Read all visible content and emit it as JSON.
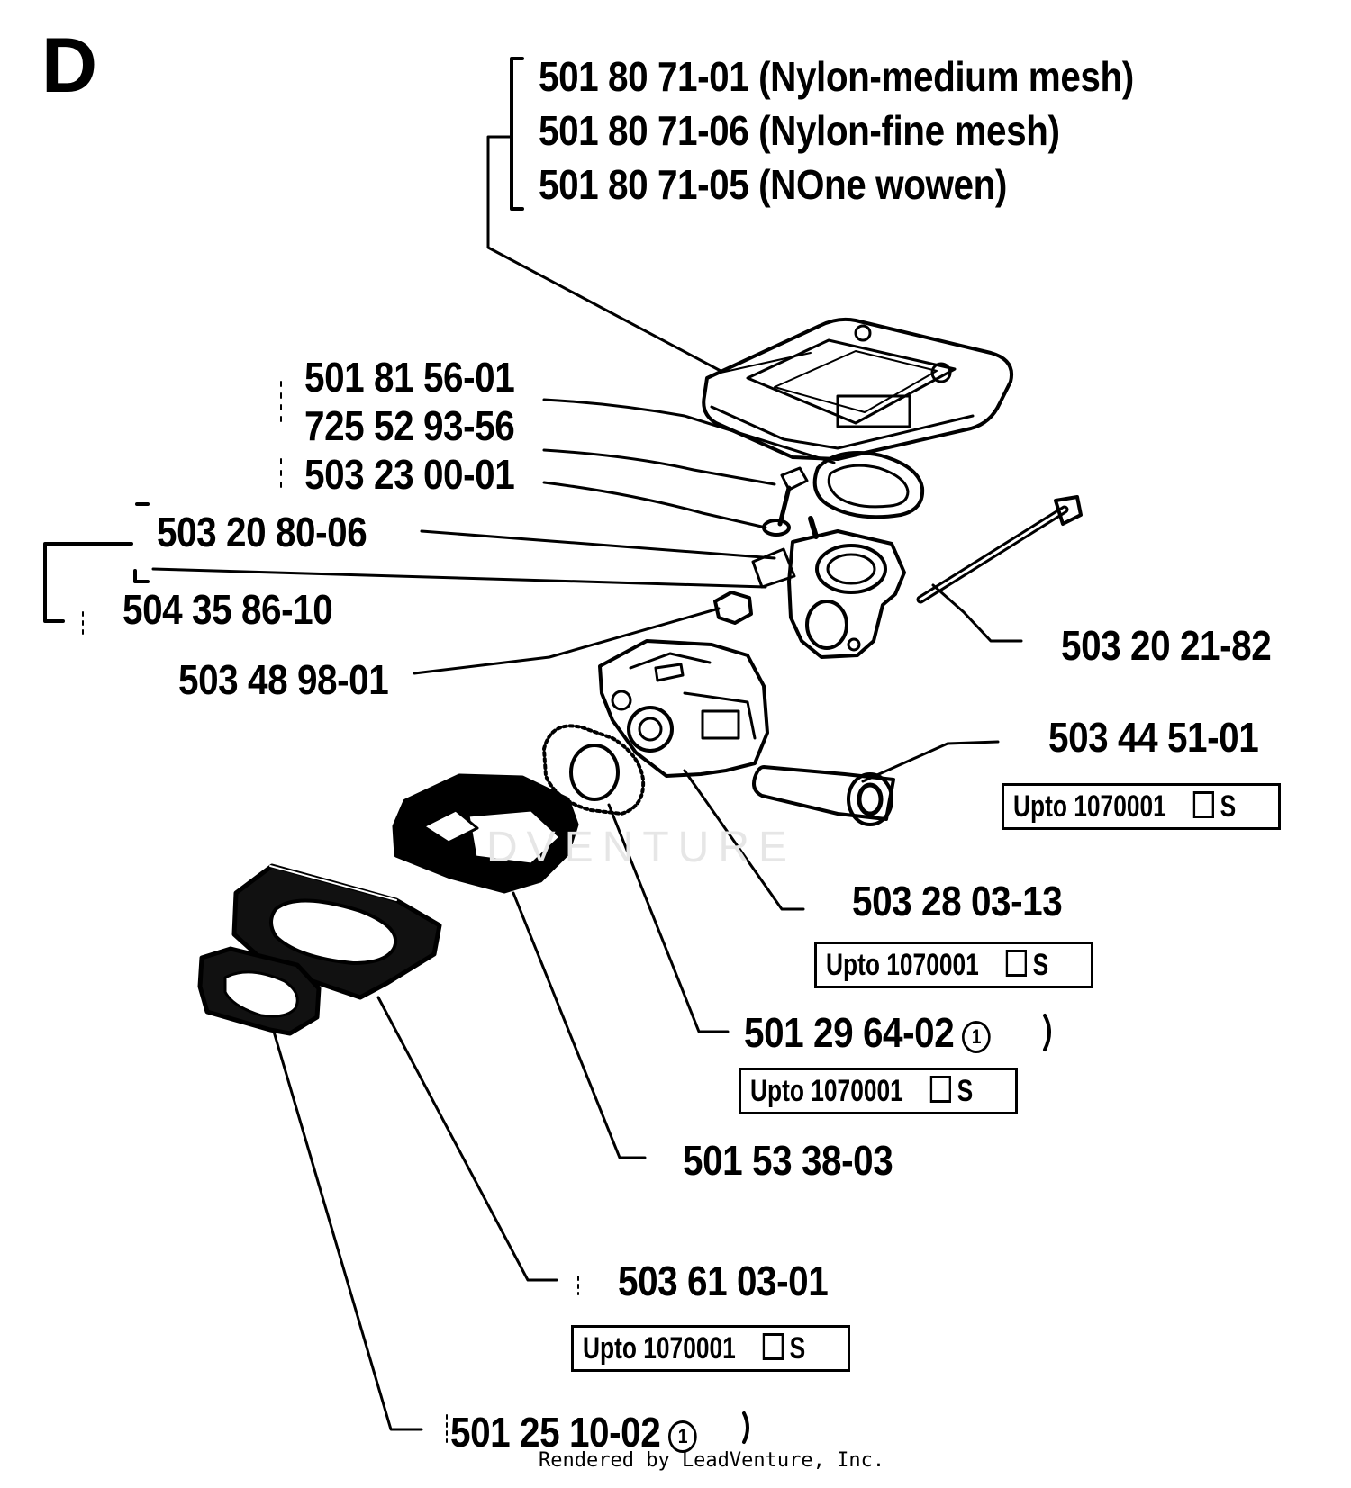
{
  "diagram": {
    "section_letter": "D",
    "footer": "Rendered by LeadVenture, Inc.",
    "watermark": "DVENTURE",
    "note_text": "Upto 1070001",
    "note_suffix": "S",
    "parts": {
      "filter_a": "501 80 71-01 (Nylon-medium mesh)",
      "filter_b": "501 80 71-06 (Nylon-fine mesh)",
      "filter_c": "501 80 71-05 (NOne wowen)",
      "p_5018156": "501 81 56-01",
      "p_7255293": "725 52 93-56",
      "p_5032300": "503 23 00-01",
      "p_5032080": "503 20 80-06",
      "p_5043586": "504 35 86-10",
      "p_5034898": "503 48 98-01",
      "p_5032021": "503 20 21-82",
      "p_5034451": "503 44 51-01",
      "p_5032803": "503 28 03-13",
      "p_5012964": "501 29 64-02",
      "p_5015338": "501 53 38-03",
      "p_5036103": "503 61 03-01",
      "p_5012510": "501 25 10-02"
    },
    "circled_marker": "1"
  }
}
